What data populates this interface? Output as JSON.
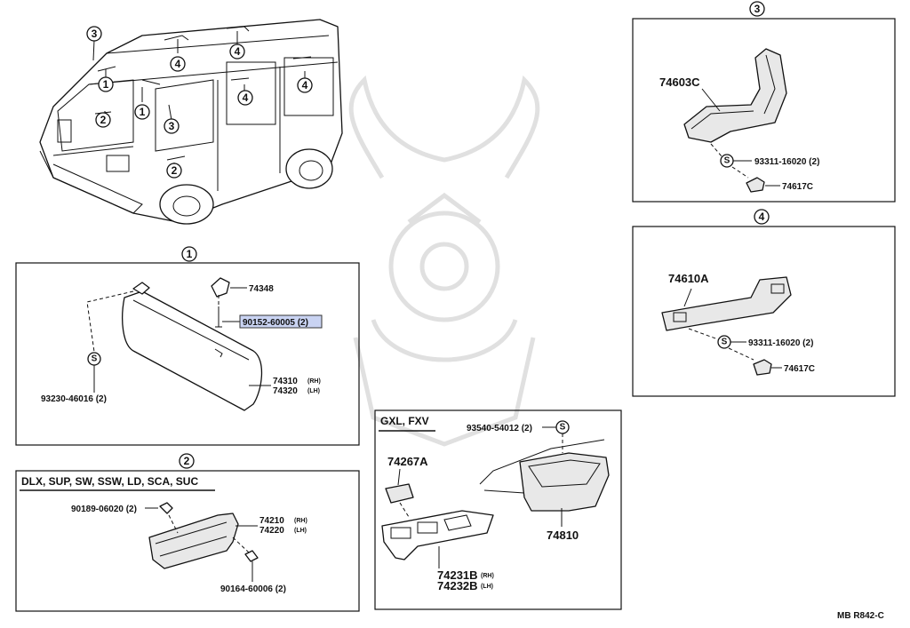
{
  "footer": {
    "ref": "MB  R842-C"
  },
  "callouts": {
    "c1": "1",
    "c2": "2",
    "c3": "3",
    "c4": "4"
  },
  "section1": {
    "label": "1",
    "parts": {
      "bracket": "74348",
      "screw": "90152-60005 (2)",
      "clip": "93230-46016 (2)",
      "visor_rh": "74310",
      "visor_rh_side": "(RH)",
      "visor_lh": "74320",
      "visor_lh_side": "(LH)",
      "s_mark": "S"
    }
  },
  "section2": {
    "label": "2",
    "header": "DLX, SUP, SW, SSW, LD, SCA, SUC",
    "parts": {
      "nut": "90189-06020 (2)",
      "grip_rh": "74210",
      "grip_rh_side": "(RH)",
      "grip_lh": "74220",
      "grip_lh_side": "(LH)",
      "screw": "90164-60006 (2)"
    }
  },
  "section3": {
    "label": "3",
    "parts": {
      "handle": "74603C",
      "screw": "93311-16020 (2)",
      "cover": "74617C",
      "s_mark": "S"
    }
  },
  "section4": {
    "label": "4",
    "parts": {
      "handle": "74610A",
      "screw": "93311-16020 (2)",
      "cover": "74617C",
      "s_mark": "S"
    }
  },
  "section5": {
    "header": "GXL, FXV",
    "parts": {
      "screw": "93540-54012 (2)",
      "cap": "74267A",
      "base_rh": "74231B",
      "base_rh_side": "(RH)",
      "base_lh": "74232B",
      "base_lh_side": "(LH)",
      "pocket": "74810",
      "s_mark": "S"
    }
  },
  "colors": {
    "highlight": "#c9d3f2",
    "watermark": "#d9d9d9",
    "line": "#111111"
  },
  "highlighted_part": "90152-60005 (2)"
}
